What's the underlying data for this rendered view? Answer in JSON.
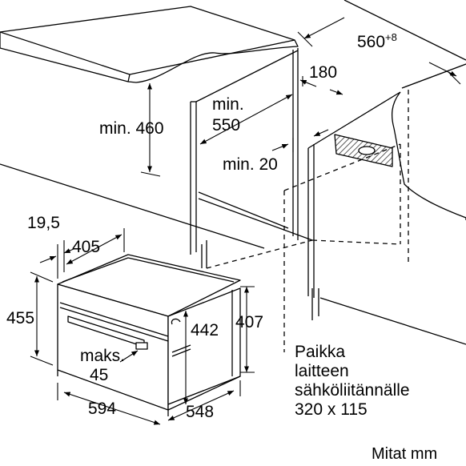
{
  "dimensions": {
    "niche_width": "560",
    "niche_width_tolerance": "+8",
    "rear_gap": "180",
    "min_height": "min. 460",
    "min_depth_line1": "min.",
    "min_depth_line2": "550",
    "min_gap": "min. 20",
    "offset": "19,5",
    "top_depth": "405",
    "height_455": "455",
    "height_442": "442",
    "height_407": "407",
    "max_line1": "maks.",
    "max_line2": "45",
    "width_594": "594",
    "depth_548": "548"
  },
  "note": {
    "lines": [
      "Paikka",
      "laitteen",
      "sähköliitännälle",
      "320 x 115"
    ]
  },
  "units": "Mitat mm",
  "colors": {
    "line": "#000000",
    "fill": "#ffffff",
    "hatch": "#555555"
  }
}
